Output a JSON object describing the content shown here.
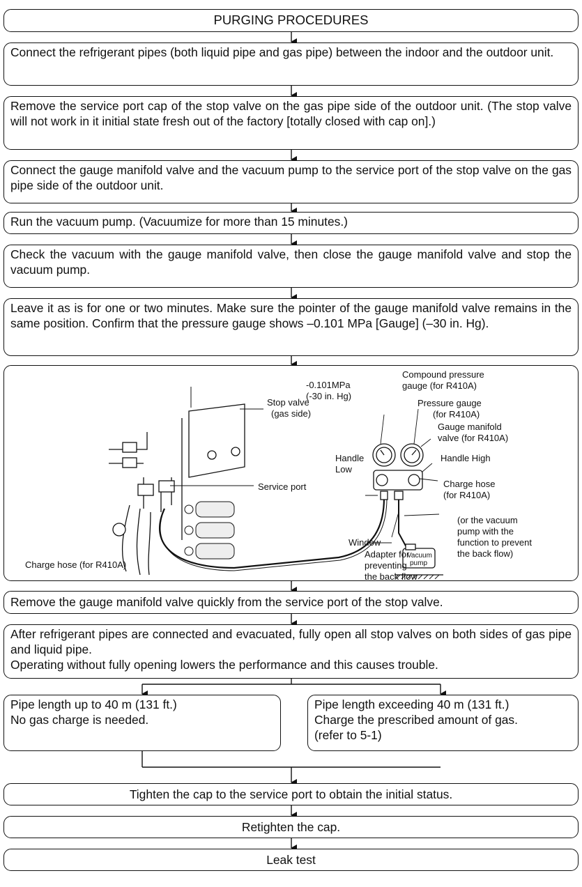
{
  "title": "PURGING PROCEDURES",
  "steps": {
    "connect_pipes": "Connect the refrigerant pipes (both liquid pipe and gas pipe) between the indoor and the outdoor unit.",
    "remove_cap": "Remove the service port cap of the stop valve on the gas pipe side of the outdoor unit. (The stop valve will not work in it initial state fresh out of the factory [totally closed with cap on].)",
    "connect_manifold": "Connect the gauge manifold valve and the vacuum pump to the service port of the stop valve on the gas pipe side of the outdoor unit.",
    "run_pump": "Run the vacuum pump. (Vacuumize for more than 15 minutes.)",
    "check_vacuum": "Check the vacuum with the gauge manifold valve, then close the gauge manifold valve and stop the vacuum pump.",
    "leave_as_is": "Leave it as is for one or two minutes. Make sure the pointer of the gauge manifold valve remains in the same position. Confirm that the pressure gauge shows –0.101 MPa [Gauge] (–30 in. Hg).",
    "remove_manifold": "Remove the gauge manifold valve quickly from the service port of the stop valve.",
    "open_valves_1": "After refrigerant pipes are connected and evacuated, fully open all stop valves on both sides of gas pipe and liquid pipe.",
    "open_valves_2": "Operating without fully opening lowers the performance and this causes trouble.",
    "branch_short_1": "Pipe length up to 40 m (131 ft.)",
    "branch_short_2": "No gas charge is needed.",
    "branch_long_1": "Pipe length exceeding 40 m (131 ft.)",
    "branch_long_2": "Charge the prescribed amount of gas.",
    "branch_long_3": "(refer to 5-1)",
    "tighten_cap": "Tighten the cap to the service port to obtain the initial status.",
    "retighten_cap": "Retighten the cap.",
    "leak_test": "Leak test"
  },
  "illustration": {
    "pressure_value_1": "-0.101MPa",
    "pressure_value_2": "(-30 in. Hg)",
    "compound_gauge_1": "Compound pressure",
    "compound_gauge_2": "gauge (for R410A)",
    "pressure_gauge_1": "Pressure gauge",
    "pressure_gauge_2": "(for R410A)",
    "manifold_1": "Gauge manifold",
    "manifold_2": "valve (for R410A)",
    "stop_valve_1": "Stop valve",
    "stop_valve_2": "(gas side)",
    "handle_low_1": "Handle",
    "handle_low_2": "Low",
    "handle_high": "Handle High",
    "charge_hose_right_1": "Charge hose",
    "charge_hose_right_2": "(for R410A)",
    "service_port": "Service port",
    "vacuum_pump_1": "Vacuum",
    "vacuum_pump_2": "pump",
    "window": "Window",
    "adapter_1": "Adapter for",
    "adapter_2": "preventing",
    "adapter_3": "the back flow",
    "alt_pump_1": "(or the vacuum",
    "alt_pump_2": "pump with the",
    "alt_pump_3": "function to prevent",
    "alt_pump_4": "the back flow)",
    "charge_hose_left": "Charge hose (for R410A)"
  }
}
